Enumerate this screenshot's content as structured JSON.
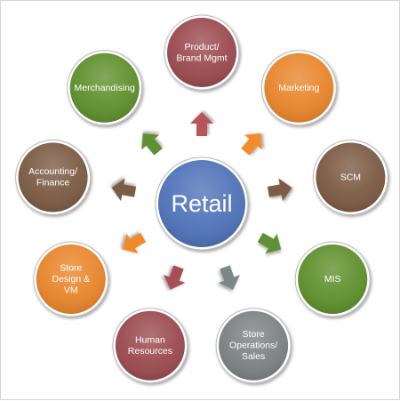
{
  "center": {
    "label": "Retail",
    "color": "#4f72b8"
  },
  "nodes": [
    {
      "id": "product",
      "lines": [
        "Product/",
        "Brand Mgmt"
      ],
      "color": "#9a4a4f",
      "arrow_color": "#b85457"
    },
    {
      "id": "marketing",
      "lines": [
        "Marketing"
      ],
      "color": "#e8852b",
      "arrow_color": "#f28c2a"
    },
    {
      "id": "scm",
      "lines": [
        "SCM"
      ],
      "color": "#7b5a43",
      "arrow_color": "#7d5b44"
    },
    {
      "id": "mis",
      "lines": [
        "MIS"
      ],
      "color": "#5f8f2c",
      "arrow_color": "#5f9030"
    },
    {
      "id": "store-ops",
      "lines": [
        "Store",
        "Operations/",
        "Sales"
      ],
      "color": "#7c8182",
      "arrow_color": "#7e8788"
    },
    {
      "id": "human",
      "lines": [
        "Human",
        "Resources"
      ],
      "color": "#9a4a4f",
      "arrow_color": "#a85057"
    },
    {
      "id": "store-design",
      "lines": [
        "Store",
        "Design &",
        "VM"
      ],
      "color": "#e8852b",
      "arrow_color": "#f08a2c"
    },
    {
      "id": "accounting",
      "lines": [
        "Accounting/",
        "Finance"
      ],
      "color": "#7b5a43",
      "arrow_color": "#7d5b44"
    },
    {
      "id": "merch",
      "lines": [
        "Merchandising"
      ],
      "color": "#5f8f2c",
      "arrow_color": "#5f9030"
    }
  ]
}
